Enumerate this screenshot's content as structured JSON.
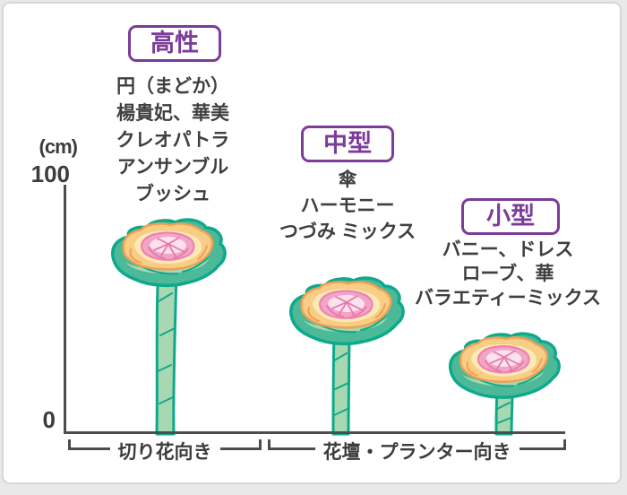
{
  "chart_data": {
    "type": "bar",
    "title": "",
    "categories": [
      "高性",
      "中型",
      "小型"
    ],
    "values": [
      85,
      62,
      41
    ],
    "value_unit": "cm",
    "xlabel": "",
    "ylabel": "（cm）",
    "ylim": [
      0,
      100
    ],
    "yticks": [
      0,
      100
    ],
    "legend": null,
    "grid": false,
    "notes": "Pictorial height chart: three ornamental-cabbage flower illustrations whose stem heights indicate plant height against a 0–100 cm axis.",
    "annotations": [
      {
        "category": "高性",
        "varieties": [
          "円（まどか）",
          "楊貴妃、華美",
          "クレオパトラ",
          "アンサンブル",
          "ブッシュ"
        ],
        "use": "切り花向き"
      },
      {
        "category": "中型",
        "varieties": [
          "傘",
          "ハーモニー",
          "つづみ ミックス"
        ],
        "use": "花壇・プランター向き"
      },
      {
        "category": "小型",
        "varieties": [
          "バニー、ドレス",
          "ローブ、華",
          "バラエティーミックス"
        ],
        "use": "花壇・プランター向き"
      }
    ]
  },
  "axis": {
    "unit": "(cm)",
    "tick_top": "100",
    "tick_bottom": "0"
  },
  "groups": [
    {
      "label": "高性",
      "lines": [
        "円（まどか）",
        "楊貴妃、華美",
        "クレオパトラ",
        "アンサンブル",
        "ブッシュ"
      ]
    },
    {
      "label": "中型",
      "lines": [
        "傘",
        "ハーモニー",
        "つづみ ミックス"
      ]
    },
    {
      "label": "小型",
      "lines": [
        "バニー、ドレス",
        "ローブ、華",
        "バラエティーミックス"
      ]
    }
  ],
  "footer": {
    "left_bracket": "切り花向き",
    "right_bracket": "花壇・プランター向き"
  },
  "colors": {
    "accent_purple": "#7c3c99",
    "text_dark": "#3f3f3f",
    "axis_gray": "#4d4d4d",
    "leaf_teal_outline": "#0ea98b",
    "leaf_teal_fill": "#4cb998",
    "leaf_light_green": "#a8d8b2",
    "ring_orange_outline": "#f0a055",
    "ring_yellow_fill": "#f8cd85",
    "ring_pale_yellow": "#fce9b6",
    "pink_outline": "#eb82b2",
    "pink_fill": "#f3a5c8",
    "pink_pale": "#fbe2ee",
    "card_border": "#d7d7d7"
  }
}
